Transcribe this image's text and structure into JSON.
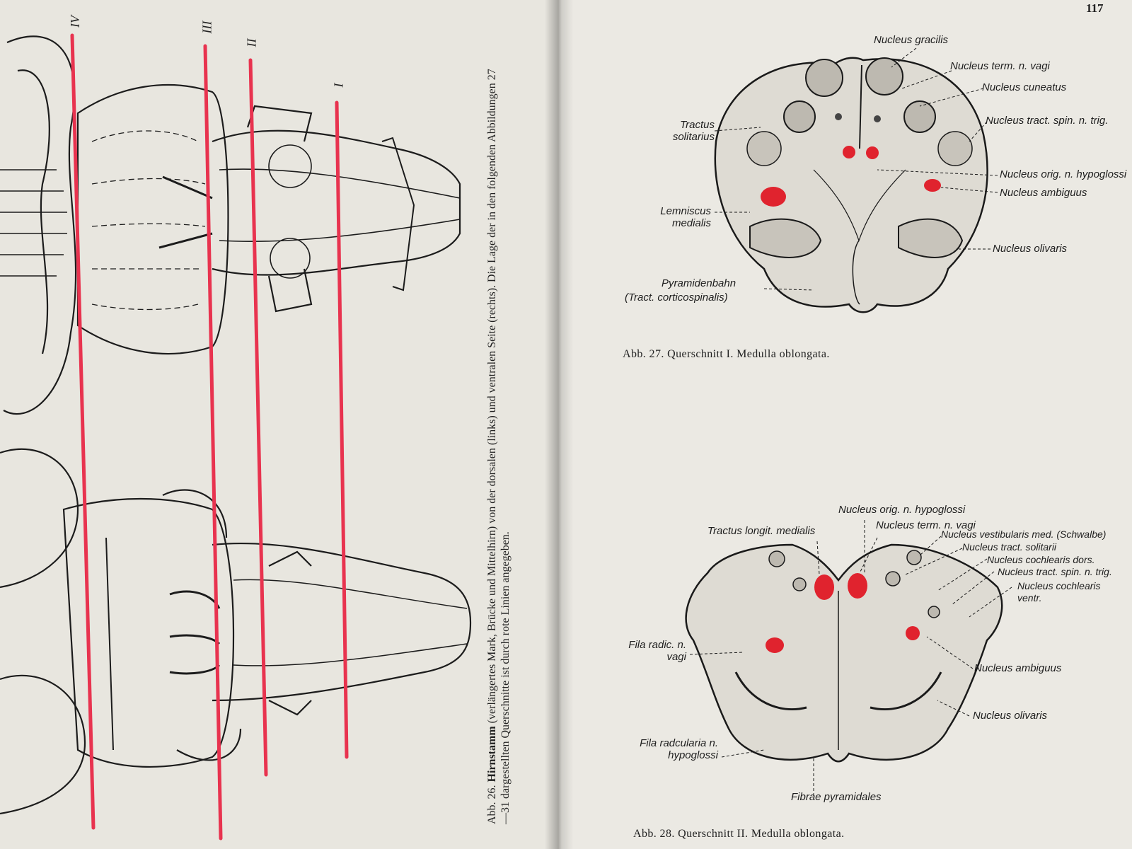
{
  "page_number": "117",
  "figure_26": {
    "number": "Abb. 26.",
    "title": "Hirnstamm",
    "caption_rest": "(verlängertes Mark, Brücke und Mittelhirn) von der dorsalen (links) und ventralen Seite (rechts). Die Lage der in den folgenden Abbildungen 27—31 dargestellten Querschnitte ist durch rote Linien angegeben.",
    "cut_labels": [
      "IV",
      "III",
      "II",
      "I"
    ]
  },
  "figure_27": {
    "caption": "Abb. 27. Querschnitt I. Medulla oblongata.",
    "labels": {
      "nucleus_gracilis": "Nucleus gracilis",
      "nucleus_term_vagi": "Nucleus term. n. vagi",
      "nucleus_cuneatus": "Nucleus cuneatus",
      "nucleus_tract_spin_trig": "Nucleus tract. spin. n. trig.",
      "tractus_solitarius": "Tractus solitarius",
      "nucleus_orig_hypoglossi": "Nucleus orig. n. hypoglossi",
      "nucleus_ambiguus": "Nucleus ambiguus",
      "lemniscus_medialis": "Lemniscus medialis",
      "nucleus_olivaris": "Nucleus olivaris",
      "pyramidenbahn": "Pyramidenbahn",
      "tract_corticospinalis": "(Tract. corticospinalis)"
    }
  },
  "figure_28": {
    "caption": "Abb. 28. Querschnitt II. Medulla oblongata.",
    "labels": {
      "nucleus_orig_hypoglossi": "Nucleus orig. n. hypoglossi",
      "tractus_longit_medialis": "Tractus longit. medialis",
      "nucleus_term_vagi": "Nucleus term. n. vagi",
      "nucleus_vestibularis_med": "Nucleus vestibularis med. (Schwalbe)",
      "nucleus_tract_solitarii": "Nucleus tract. solitarii",
      "nucleus_cochlearis_dors": "Nucleus cochlearis dors.",
      "nucleus_tract_spin_trig": "Nucleus tract. spin. n. trig.",
      "nucleus_cochlearis_ventr": "Nucleus cochlearis ventr.",
      "fila_radic_vagi": "Fila radic. n. vagi",
      "nucleus_ambiguus": "Nucleus ambiguus",
      "nucleus_olivaris": "Nucleus olivaris",
      "fila_radcularia_hypoglossi": "Fila radcularia n. hypoglossi",
      "fibrae_pyramidales": "Fibrae pyramidales"
    }
  },
  "colors": {
    "paper_left": "#e8e6df",
    "paper_right": "#ebe9e3",
    "ink": "#222222",
    "red_line": "#e8334f",
    "red_nucleus": "#e0232e"
  }
}
